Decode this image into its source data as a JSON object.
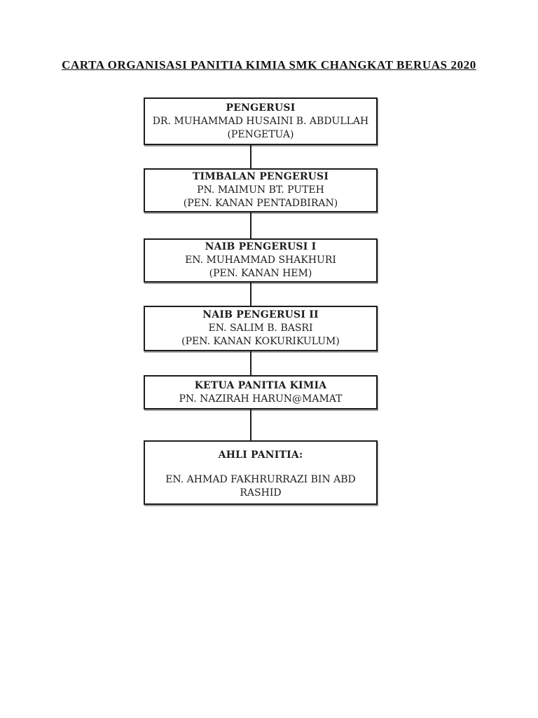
{
  "document": {
    "title": "CARTA ORGANISASI PANITIA KIMIA SMK CHANGKAT BERUAS 2020"
  },
  "org": {
    "type": "organization-chart",
    "boxes": [
      {
        "role": "PENGERUSI",
        "lines": [
          "DR. MUHAMMAD HUSAINI B. ABDULLAH",
          "(PENGETUA)"
        ]
      },
      {
        "role": "TIMBALAN PENGERUSI",
        "lines": [
          "PN. MAIMUN BT. PUTEH",
          "(PEN. KANAN PENTADBIRAN)"
        ]
      },
      {
        "role": "NAIB PENGERUSI I",
        "lines": [
          "EN. MUHAMMAD SHAKHURI",
          "(PEN. KANAN HEM)"
        ]
      },
      {
        "role": "NAIB PENGERUSI II",
        "lines": [
          "EN. SALIM B. BASRI",
          "(PEN. KANAN KOKURIKULUM)"
        ]
      },
      {
        "role": "KETUA PANITIA KIMIA",
        "lines": [
          "PN. NAZIRAH HARUN@MAMAT"
        ]
      },
      {
        "role": "AHLI PANITIA:",
        "lines": [
          "EN. AHMAD FAKHRURRAZI BIN ABD RASHID"
        ]
      }
    ]
  },
  "colors": {
    "page_background": "#ffffff",
    "box_border": "#1d1d1d",
    "text": "#1d1d1d",
    "box_shadow": "#6e6e6e"
  }
}
